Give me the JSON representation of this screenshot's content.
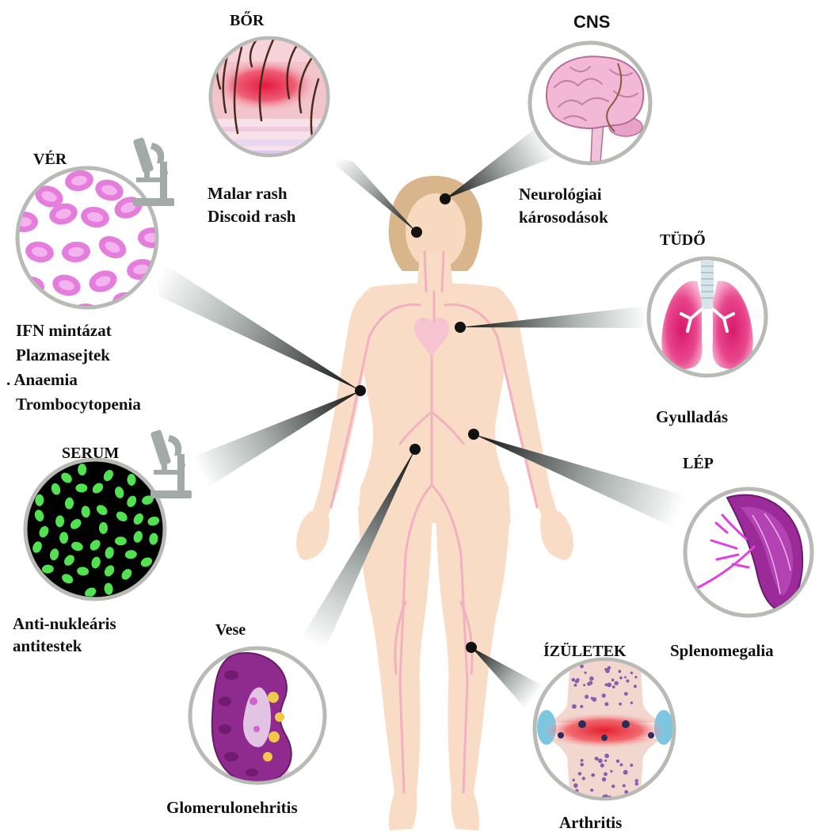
{
  "organs": {
    "bor": {
      "title": "BŐR",
      "lines": [
        "Malar rash",
        "Discoid rash"
      ],
      "icon": "skin-icon"
    },
    "cns": {
      "title": "CNS",
      "lines": [
        "Neurológiai",
        "károsodások"
      ],
      "icon": "brain-icon"
    },
    "ver": {
      "title": "VÉR",
      "lines": [
        "IFN mintázat",
        "Plazmasejtek",
        ". Anaemia",
        "Trombocytopenia"
      ],
      "icon": "blood-cells-icon"
    },
    "tudo": {
      "title": "TÜDŐ",
      "lines": [
        "Gyulladás"
      ],
      "icon": "lungs-icon"
    },
    "serum": {
      "title": "SERUM",
      "lines": [
        "Anti-nukleáris",
        "antitestek"
      ],
      "icon": "fluorescent-antibody-icon"
    },
    "lep": {
      "title": "LÉP",
      "lines": [
        "Splenomegalia"
      ],
      "icon": "spleen-icon"
    },
    "vese": {
      "title": "Vese",
      "lines": [
        "Glomerulonehritis"
      ],
      "icon": "kidney-icon"
    },
    "izuletek": {
      "title": "ÍZÜLETEK",
      "lines": [
        "Arthritis"
      ],
      "icon": "joint-icon"
    }
  },
  "icons": {
    "lab": "microscope-icon",
    "figure": "human-body-icon"
  },
  "colors": {
    "skin": "#f9dcc6",
    "hair": "#d9b58c",
    "vessels": "#f2b0c0",
    "circle_border": "#b7bab5",
    "connector_tip": "#111111",
    "serum_background": "#000000",
    "antibody_stain": "#52e251",
    "blood_cells": "#e47ddc",
    "inflammation": "#e41d2d",
    "spleen": "#9a2b98",
    "kidney": "#8f2a8f",
    "microscope": "#a3aba9"
  }
}
